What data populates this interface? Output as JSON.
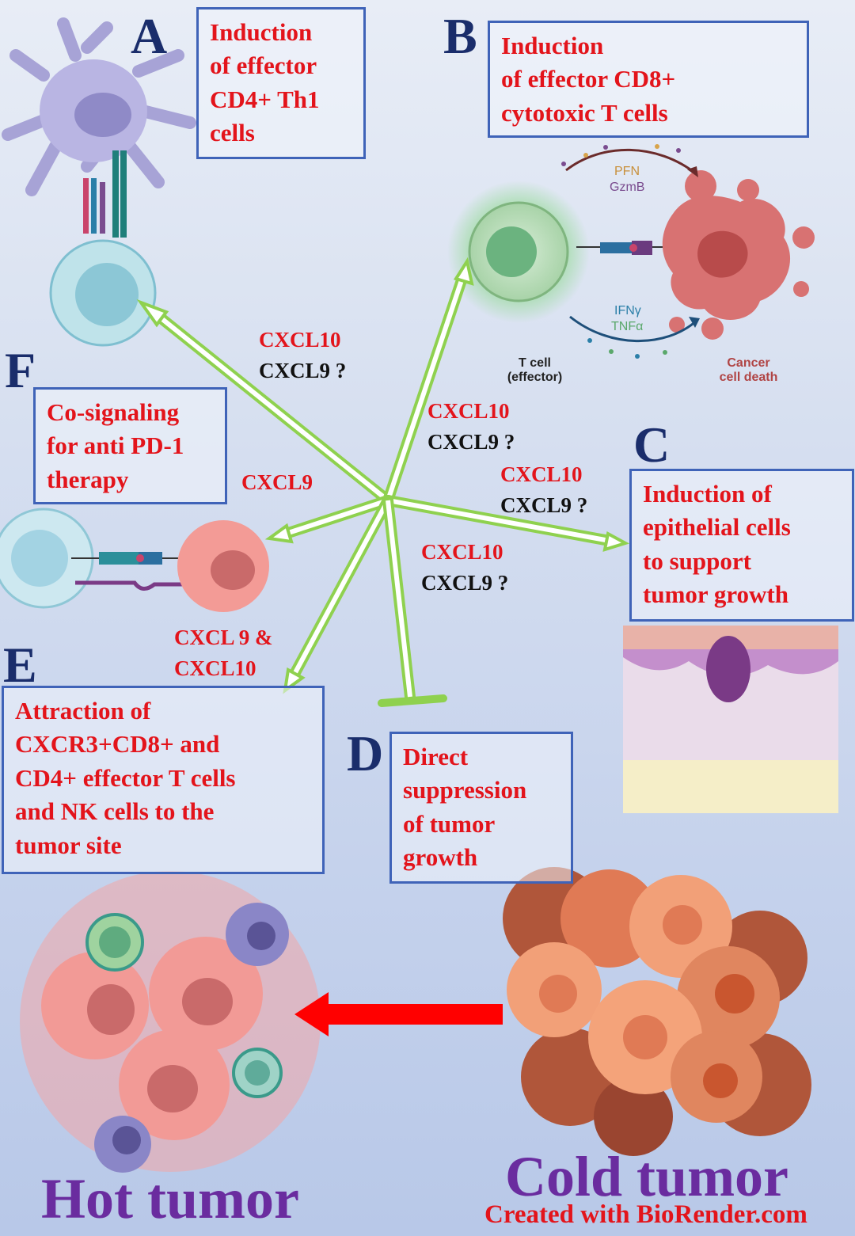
{
  "panels": {
    "A": {
      "letter": "A",
      "lines": [
        "Induction",
        "of effector",
        "CD4+ Th1",
        "cells"
      ]
    },
    "B": {
      "letter": "B",
      "lines": [
        "Induction",
        "of effector CD8+",
        "cytotoxic T cells"
      ]
    },
    "C": {
      "letter": "C",
      "lines": [
        "Induction of",
        "epithelial cells",
        "to support",
        "tumor growth"
      ]
    },
    "D": {
      "letter": "D",
      "lines": [
        "Direct",
        "suppression",
        "of tumor",
        "growth"
      ]
    },
    "E": {
      "letter": "E",
      "lines": [
        "Attraction of",
        "CXCR3+CD8+ and",
        "CD4+  effector T cells",
        "and NK cells to the",
        "tumor site"
      ]
    },
    "F": {
      "letter": "F",
      "lines": [
        "Co-signaling",
        "for anti PD-1",
        "therapy"
      ]
    }
  },
  "chemokines": {
    "to_A": {
      "red": "CXCL10",
      "black": "CXCL9 ?"
    },
    "to_B": {
      "red": "CXCL10",
      "black": "CXCL9 ?"
    },
    "to_C": {
      "red": "CXCL10",
      "black": "CXCL9 ?"
    },
    "to_D": {
      "red": "CXCL10",
      "black": "CXCL9 ?"
    },
    "to_F": {
      "red": "CXCL9"
    },
    "to_E": {
      "red1": "CXCL 9 &",
      "red2": "CXCL10"
    }
  },
  "b_illustration": {
    "pfn": "PFN",
    "gzmb": "GzmB",
    "ifng": "IFNγ",
    "tnfa": "TNFα",
    "tcell_label1": "T cell",
    "tcell_label2": "(effector)",
    "death_label1": "Cancer",
    "death_label2": "cell death"
  },
  "bottom": {
    "hot": "Hot tumor",
    "cold": "Cold tumor",
    "credit": "Created with BioRender.com"
  },
  "colors": {
    "arrow_green": "#8fd14f",
    "text_red": "#e3141b",
    "box_border": "#3f63b8",
    "letter_navy": "#1a2d6b",
    "title_purple": "#6a2c9f",
    "conversion_arrow": "#ff0000"
  }
}
